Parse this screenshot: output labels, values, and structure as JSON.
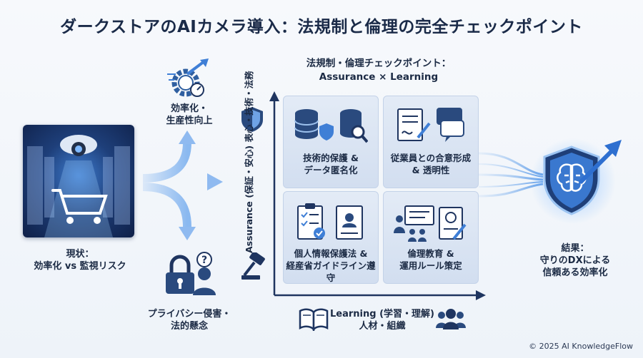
{
  "title": "ダークストアのAIカメラ導入：法規制と倫理の完全チェックポイント",
  "current": {
    "line1": "現状：",
    "line2": "効率化 vs 監視リスク"
  },
  "efficiency": {
    "line1": "効率化・",
    "line2": "生産性向上"
  },
  "privacy": {
    "line1": "プライバシー侵害・",
    "line2": "法的懸念"
  },
  "matrix": {
    "header1": "法規制・倫理チェックポイント：",
    "header2": "Assurance × Learning",
    "y_axis": "Assurance (保証・安心) 表心・技術・法務",
    "x_axis_line1": "Learning (学習・理解)",
    "x_axis_line2": "人材・組織",
    "cells": [
      {
        "line1": "技術的保護 &",
        "line2": "データ匿名化",
        "icon": "database-shield-icon"
      },
      {
        "line1": "従業員との合意形成",
        "line2": "& 透明性",
        "icon": "document-chat-icon"
      },
      {
        "line1": "個人情報保護法 &",
        "line2": "経産省ガイドライン遵守",
        "icon": "checklist-certificate-icon"
      },
      {
        "line1": "倫理教育 &",
        "line2": "運用ルール策定",
        "icon": "training-presentation-icon"
      }
    ]
  },
  "result": {
    "line1": "結果：",
    "line2": "守りのDXによる",
    "line3": "信頼ある効率化"
  },
  "copyright": "© 2025 AI KnowledgeFlow",
  "colors": {
    "accent": "#3f7fd6",
    "navy": "#1a2a48",
    "cell": "#d8e3f2"
  }
}
